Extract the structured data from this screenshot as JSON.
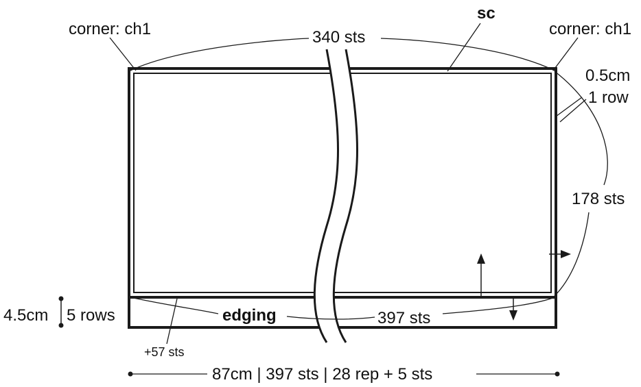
{
  "colors": {
    "ink": "#1a1a1a",
    "paper": "#ffffff"
  },
  "labels": {
    "corner_left": "corner: ch1",
    "corner_right": "corner: ch1",
    "top_sts": "340 sts",
    "stitch_top": "sc",
    "border_width": "0.5cm",
    "border_rows": "1 row",
    "side_sts": "178 sts",
    "edging": "edging",
    "edging_sts": "397 sts",
    "edging_height": "4.5cm",
    "edging_rows": "5 rows",
    "increase": "+57 sts",
    "bottom_measure": "87cm | 397 sts | 28 rep + 5 sts"
  }
}
